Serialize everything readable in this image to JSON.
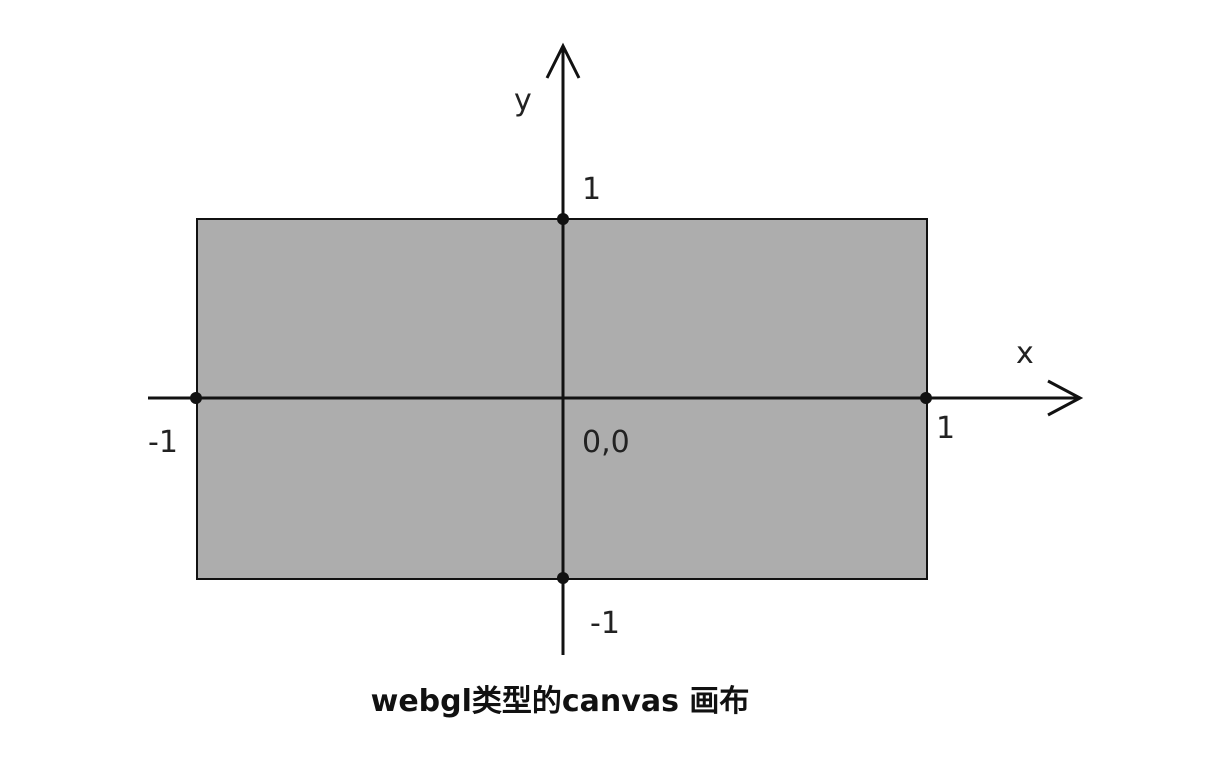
{
  "labels": {
    "y_axis": "y",
    "x_axis": "x",
    "y_top": "1",
    "y_bottom": "-1",
    "x_left": "-1",
    "x_right": "1",
    "origin": "0,0"
  },
  "caption": "webgl类型的canvas 画布",
  "colors": {
    "canvas_fill": "#adadad",
    "line": "#111111",
    "background": "#ffffff"
  }
}
